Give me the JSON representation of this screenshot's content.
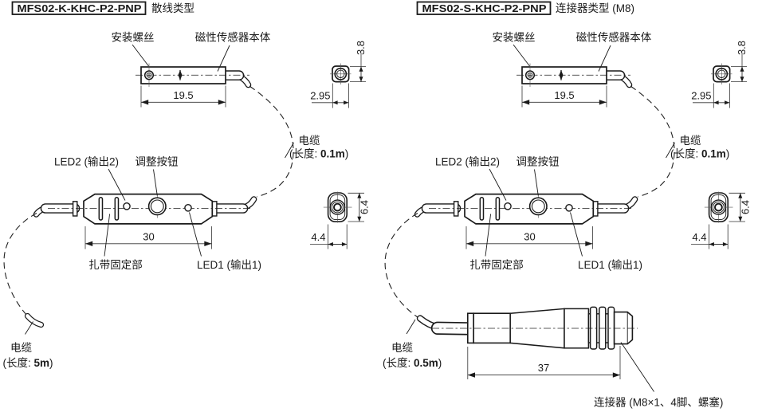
{
  "colors": {
    "ink": "#1a1a1a",
    "thin": "#333333",
    "center": "#444444"
  },
  "left": {
    "model": "MFS02-K-KHC-P2-PNP",
    "type": "散线类型",
    "screw": "安装螺丝",
    "body": "磁性传感器本体",
    "led2": "LED2 (输出2)",
    "button": "调整按钮",
    "tie": "扎带固定部",
    "led1": "LED1 (输出1)",
    "cable_top_word": "电缆",
    "cable_top_pre": "(长度: ",
    "cable_top_val": "0.1m",
    "cable_top_post": ")",
    "cable_bot_word": "电缆",
    "cable_bot_pre": "(长度: ",
    "cable_bot_val": "5m",
    "cable_bot_post": ")",
    "dim_len": "19.5",
    "dim_h": "3.8",
    "dim_w": "2.95",
    "dim_amp_len": "30",
    "dim_amp_h": "6.4",
    "dim_amp_w": "4.4"
  },
  "right": {
    "model": "MFS02-S-KHC-P2-PNP",
    "type": "连接器类型 (M8)",
    "screw": "安装螺丝",
    "body": "磁性传感器本体",
    "led2": "LED2 (输出2)",
    "button": "调整按钮",
    "tie": "扎带固定部",
    "led1": "LED1 (输出1)",
    "cable_top_word": "电缆",
    "cable_top_pre": "(长度: ",
    "cable_top_val": "0.1m",
    "cable_top_post": ")",
    "cable_bot_word": "电缆",
    "cable_bot_pre": "(长度: ",
    "cable_bot_val": "0.5m",
    "cable_bot_post": ")",
    "connector": "连接器 (M8×1、4脚、螺塞)",
    "dim_len": "19.5",
    "dim_h": "3.8",
    "dim_w": "2.95",
    "dim_amp_len": "30",
    "dim_amp_h": "6.4",
    "dim_amp_w": "4.4",
    "dim_conn_len": "37"
  }
}
